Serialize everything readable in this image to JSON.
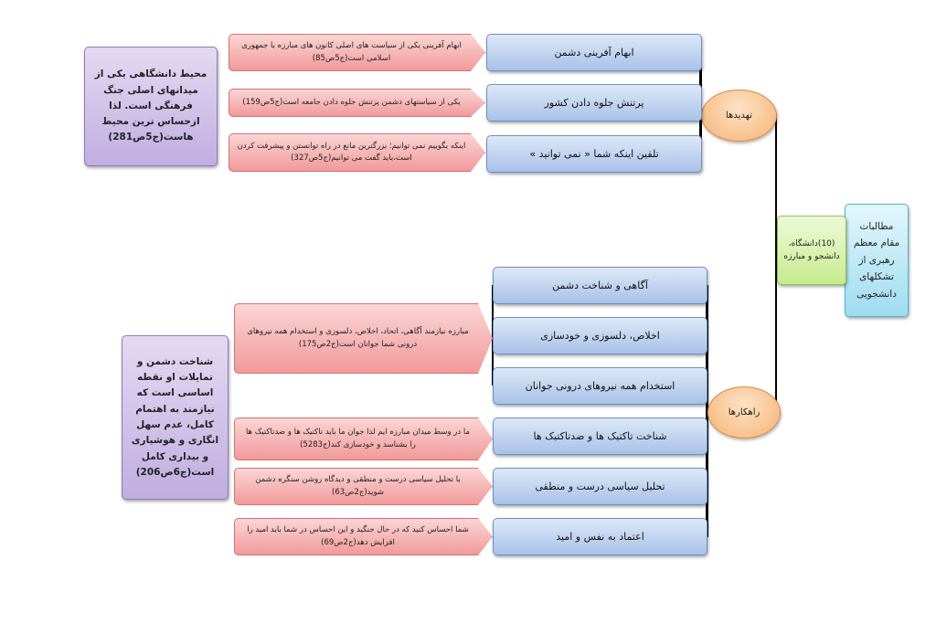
{
  "root": {
    "label": "مطالبات مقام معظم رهبری از تشکلهای دانشجویی"
  },
  "topic": {
    "label": "(10)دانشگاه، دانشجو و مبارزه"
  },
  "threats": {
    "label": "تهدیدها",
    "items": [
      {
        "label": "ابهام آفرینی دشمن",
        "quote": "ابهام آفرینی یکی از سیاست های اصلی کانون های مبارزه با جمهوری اسلامی است(ج5ص85)"
      },
      {
        "label": "پرتنش جلوه دادن کشور",
        "quote": "یکی از سیاستهای دشمن پرتنش جلوه دادن جامعه است(ج5ص159)"
      },
      {
        "label": "تلقین اینکه شما « نمی توانید »",
        "quote": "اینکه بگوییم نمی توانیم؛ بزرگترین مانع در راه توانستن و پیشرفت کردن است،باید گفت می توانیم(ج5ص327)"
      }
    ],
    "note": "محیط دانشگاهی یکی از میدانهای اصلی جنگ فرهنگی است. لذا ازحساس ترین محیط هاست(ج5ص281)"
  },
  "solutions": {
    "label": "راهکارها",
    "items": [
      {
        "label": "آگاهی و شناخت دشمن"
      },
      {
        "label": "اخلاص، دلسوزی و خودسازی"
      },
      {
        "label": "استخدام همه نیروهای درونی جوانان"
      },
      {
        "label": "شناخت تاکتیک ها و ضدتاکتیک ها"
      },
      {
        "label": "تحلیل سیاسی درست و منطقی"
      },
      {
        "label": "اعتماد به نفس و امید"
      }
    ],
    "quotes": {
      "group": "مبارزه نیازمند آگاهی، اتحاد، اخلاص، دلسوزی و استخدام همه نیروهای درونی شما جوانان است(ج2ص175)",
      "tactics": "ما در وسط میدان مبارزه ایم لذا جوان ما باید تاکتیک ها و ضدتاکتیک ها را بشناسد و خودسازی کند(ج5283)",
      "analysis": "با تحلیل سیاسی درست و منطقی و دیدگاه روشن سنگره دشمن شوید(ج2ص63)",
      "hope": "شما احساس کنید که در حال جنگید و این احساس در شما باید امید را افزایش دهد(ج2ص69)"
    },
    "note": "شناخت دشمن و تمایلات او نقطه اساسی است که نیازمند به اهتمام کامل، عدم سهل انگاری و هوشیاری و بیداری کامل است(ج6ص206)"
  }
}
